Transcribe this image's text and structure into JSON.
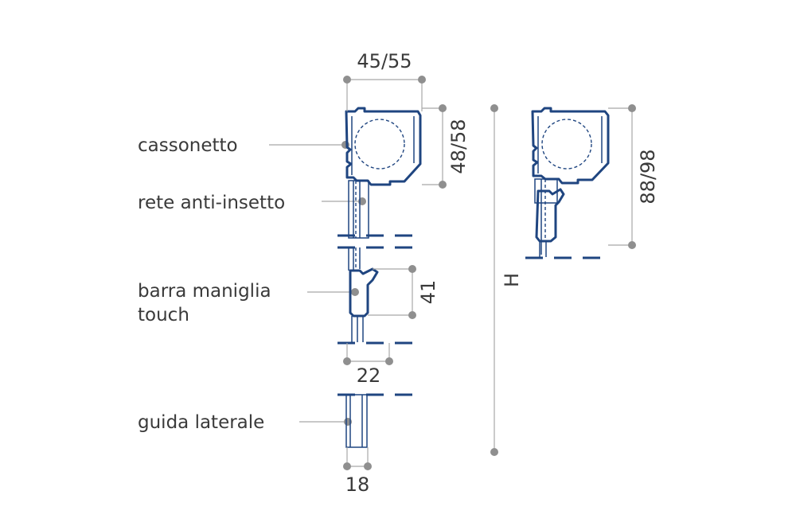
{
  "labels": {
    "cassonetto": "cassonetto",
    "rete": "rete anti-insetto",
    "barra_line1": "barra maniglia",
    "barra_line2": "touch",
    "guida": "guida laterale"
  },
  "dimensions": {
    "box_width": "45/55",
    "box_height": "48/58",
    "handle_height": "41",
    "handle_width": "22",
    "guide_width": "18",
    "total_height": "H",
    "side_height": "88/98"
  },
  "colors": {
    "profile": "#1f4580",
    "dimension_line": "#a8a8a8",
    "dot": "#8f8f8f",
    "text": "#3a3a3a"
  }
}
